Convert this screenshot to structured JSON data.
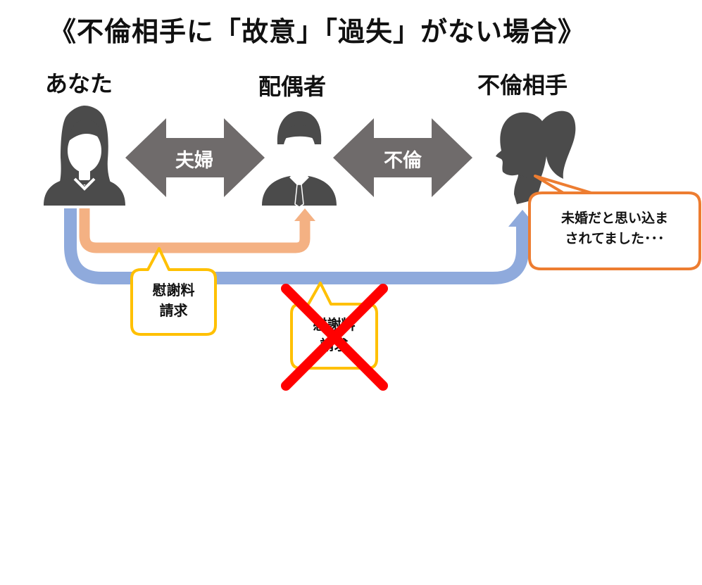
{
  "title": "《不倫相手に「故意」「過失」がない場合》",
  "people": {
    "you": "あなた",
    "spouse": "配偶者",
    "partner": "不倫相手"
  },
  "relations": {
    "marriage": "夫婦",
    "affair": "不倫"
  },
  "claims": {
    "valid": {
      "line1": "慰謝料",
      "line2": "請求"
    },
    "invalid": {
      "line1": "慰謝料",
      "line2": "請求"
    }
  },
  "thought": {
    "line1": "未婚だと思い込ま",
    "line2": "されてました･･･"
  },
  "colors": {
    "icon": "#4b4b4b",
    "relation_arrow": "#6f6b6b",
    "spouse_claim_line": "#f4b183",
    "partner_claim_line": "#8faadc",
    "claim_bubble_border": "#ffc000",
    "thought_bubble_border": "#ed7d31",
    "cross": "#ff0000"
  }
}
